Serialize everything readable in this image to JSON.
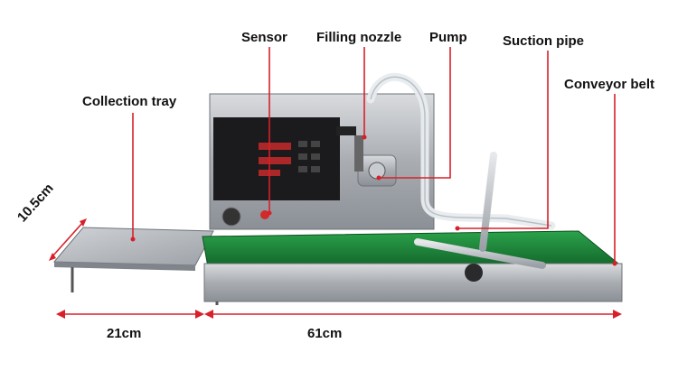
{
  "callouts": {
    "sensor": "Sensor",
    "filling_nozzle": "Filling nozzle",
    "pump": "Pump",
    "suction_pipe": "Suction pipe",
    "conveyor_belt": "Conveyor belt",
    "collection_tray": "Collection tray"
  },
  "dimensions": {
    "tray_width": "10.5cm",
    "tray_length": "21cm",
    "conveyor_length": "61cm"
  },
  "colors": {
    "callout_line": "#d8202a",
    "steel": "#b9bcc0",
    "belt": "#1f8a3a",
    "control_panel": "#1b1b1d"
  }
}
